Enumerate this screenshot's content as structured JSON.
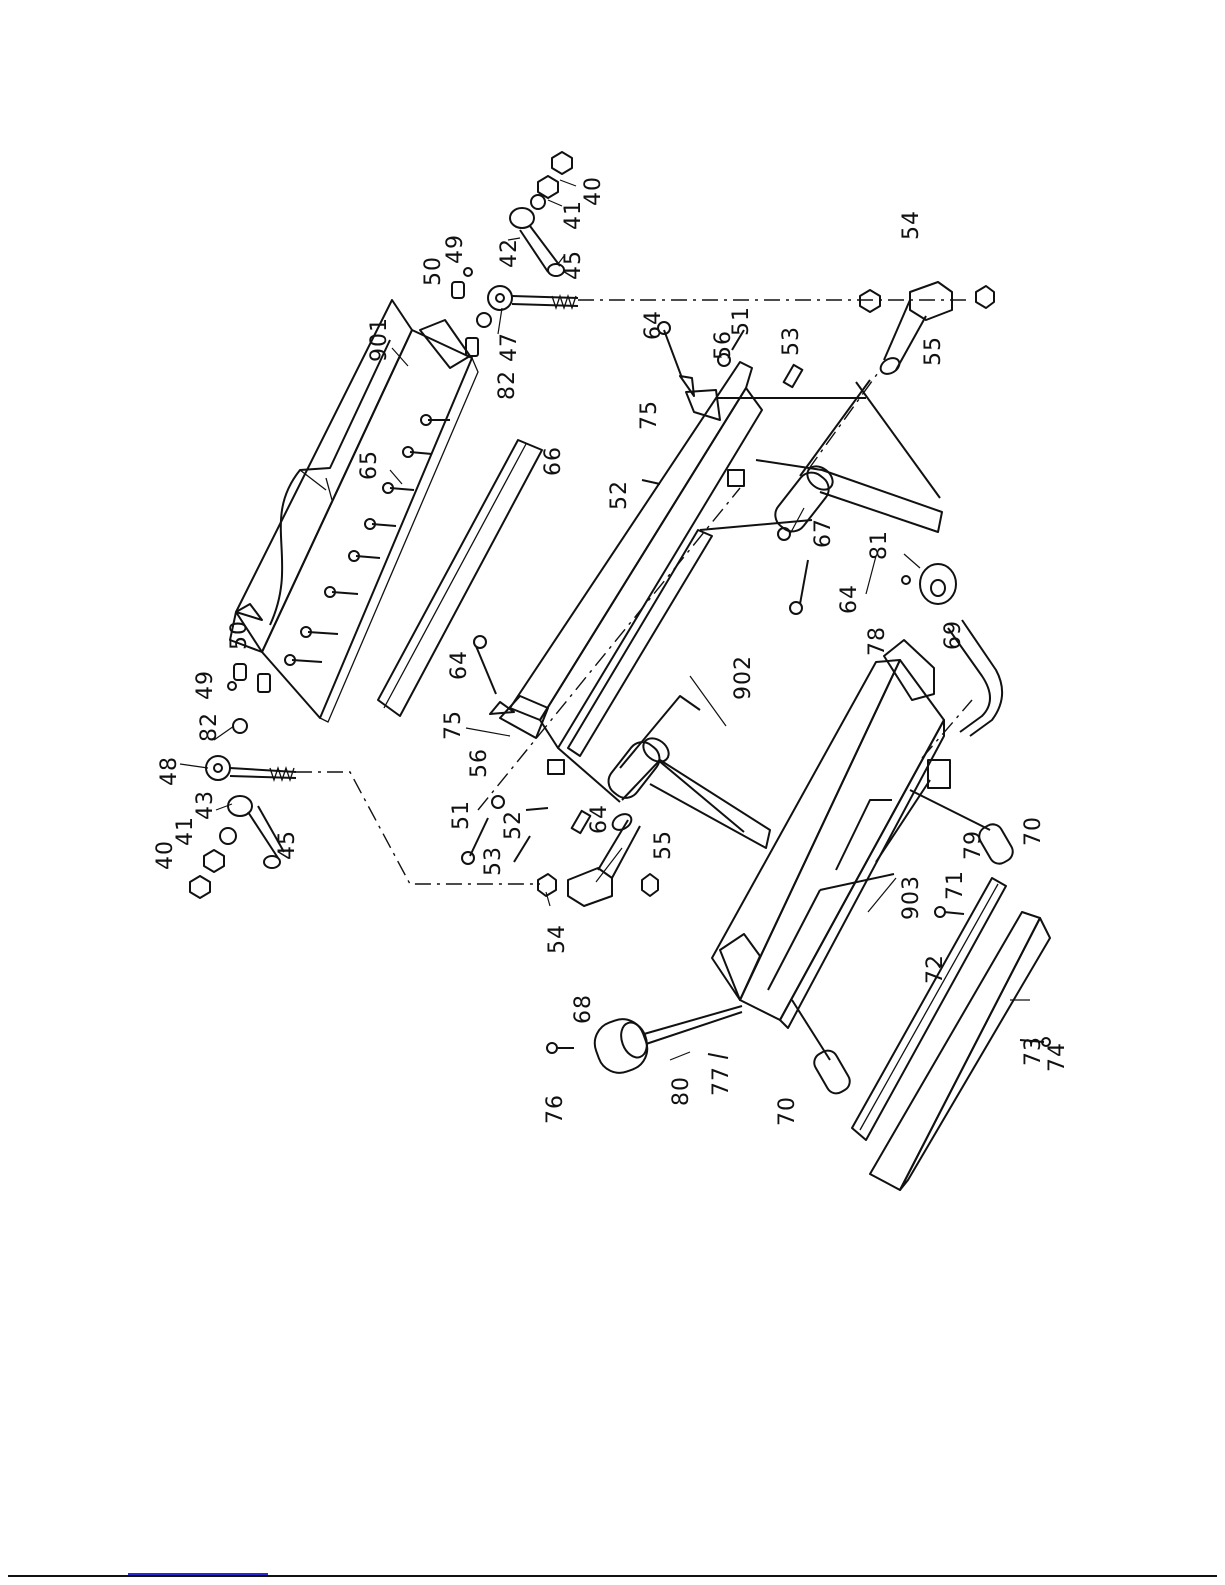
{
  "labels": [
    {
      "id": "40a",
      "text": "40"
    },
    {
      "id": "41a",
      "text": "41"
    },
    {
      "id": "42",
      "text": "42"
    },
    {
      "id": "45a",
      "text": "45"
    },
    {
      "id": "49a",
      "text": "49"
    },
    {
      "id": "50a",
      "text": "50"
    },
    {
      "id": "901",
      "text": "901"
    },
    {
      "id": "47",
      "text": "47"
    },
    {
      "id": "82a",
      "text": "82"
    },
    {
      "id": "54a",
      "text": "54"
    },
    {
      "id": "64a",
      "text": "64"
    },
    {
      "id": "51a",
      "text": "51"
    },
    {
      "id": "56a",
      "text": "56"
    },
    {
      "id": "53a",
      "text": "53"
    },
    {
      "id": "55a",
      "text": "55"
    },
    {
      "id": "75a",
      "text": "75"
    },
    {
      "id": "65",
      "text": "65"
    },
    {
      "id": "66",
      "text": "66"
    },
    {
      "id": "52a",
      "text": "52"
    },
    {
      "id": "67",
      "text": "67"
    },
    {
      "id": "64b",
      "text": "64"
    },
    {
      "id": "81",
      "text": "81"
    },
    {
      "id": "78",
      "text": "78"
    },
    {
      "id": "69",
      "text": "69"
    },
    {
      "id": "50b",
      "text": "50"
    },
    {
      "id": "49b",
      "text": "49"
    },
    {
      "id": "82b",
      "text": "82"
    },
    {
      "id": "64c",
      "text": "64"
    },
    {
      "id": "902",
      "text": "902"
    },
    {
      "id": "48",
      "text": "48"
    },
    {
      "id": "43",
      "text": "43"
    },
    {
      "id": "41b",
      "text": "41"
    },
    {
      "id": "40b",
      "text": "40"
    },
    {
      "id": "75b",
      "text": "75"
    },
    {
      "id": "56b",
      "text": "56"
    },
    {
      "id": "51b",
      "text": "51"
    },
    {
      "id": "52b",
      "text": "52"
    },
    {
      "id": "64d",
      "text": "64"
    },
    {
      "id": "53b",
      "text": "53"
    },
    {
      "id": "45b",
      "text": "45"
    },
    {
      "id": "55b",
      "text": "55"
    },
    {
      "id": "54b",
      "text": "54"
    },
    {
      "id": "70a",
      "text": "70"
    },
    {
      "id": "79",
      "text": "79"
    },
    {
      "id": "903",
      "text": "903"
    },
    {
      "id": "71",
      "text": "71"
    },
    {
      "id": "72",
      "text": "72"
    },
    {
      "id": "68",
      "text": "68"
    },
    {
      "id": "76",
      "text": "76"
    },
    {
      "id": "80",
      "text": "80"
    },
    {
      "id": "77",
      "text": "77"
    },
    {
      "id": "70b",
      "text": "70"
    },
    {
      "id": "73",
      "text": "73"
    },
    {
      "id": "74",
      "text": "74"
    }
  ]
}
